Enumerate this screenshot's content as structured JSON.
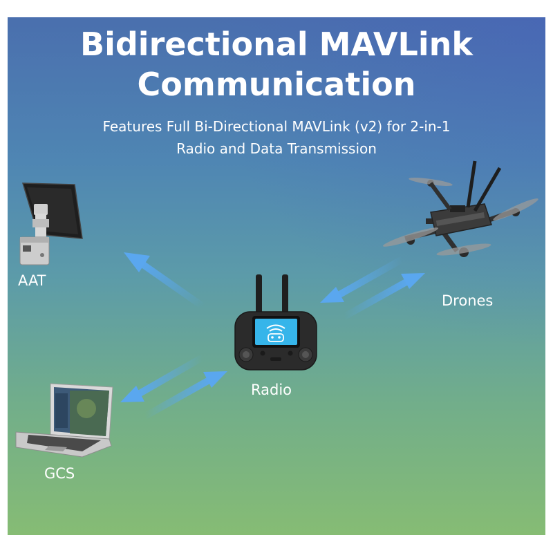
{
  "title": {
    "line1": "Bidirectional MAVLink",
    "line2": "Communication"
  },
  "subtitle": {
    "line1": "Features Full Bi-Directional MAVLink (v2) for 2-in-1",
    "line2": "Radio and Data Transmission"
  },
  "nodes": {
    "aat": "AAT",
    "drones": "Drones",
    "radio": "Radio",
    "gcs": "GCS"
  },
  "colors": {
    "arrow": "#5aa7ef",
    "text": "#ffffff",
    "device_dark": "#2b2b2b",
    "screen": "#36b5ea"
  },
  "icons": [
    "tracker-antenna",
    "fpv-drone",
    "radio-controller",
    "laptop"
  ]
}
